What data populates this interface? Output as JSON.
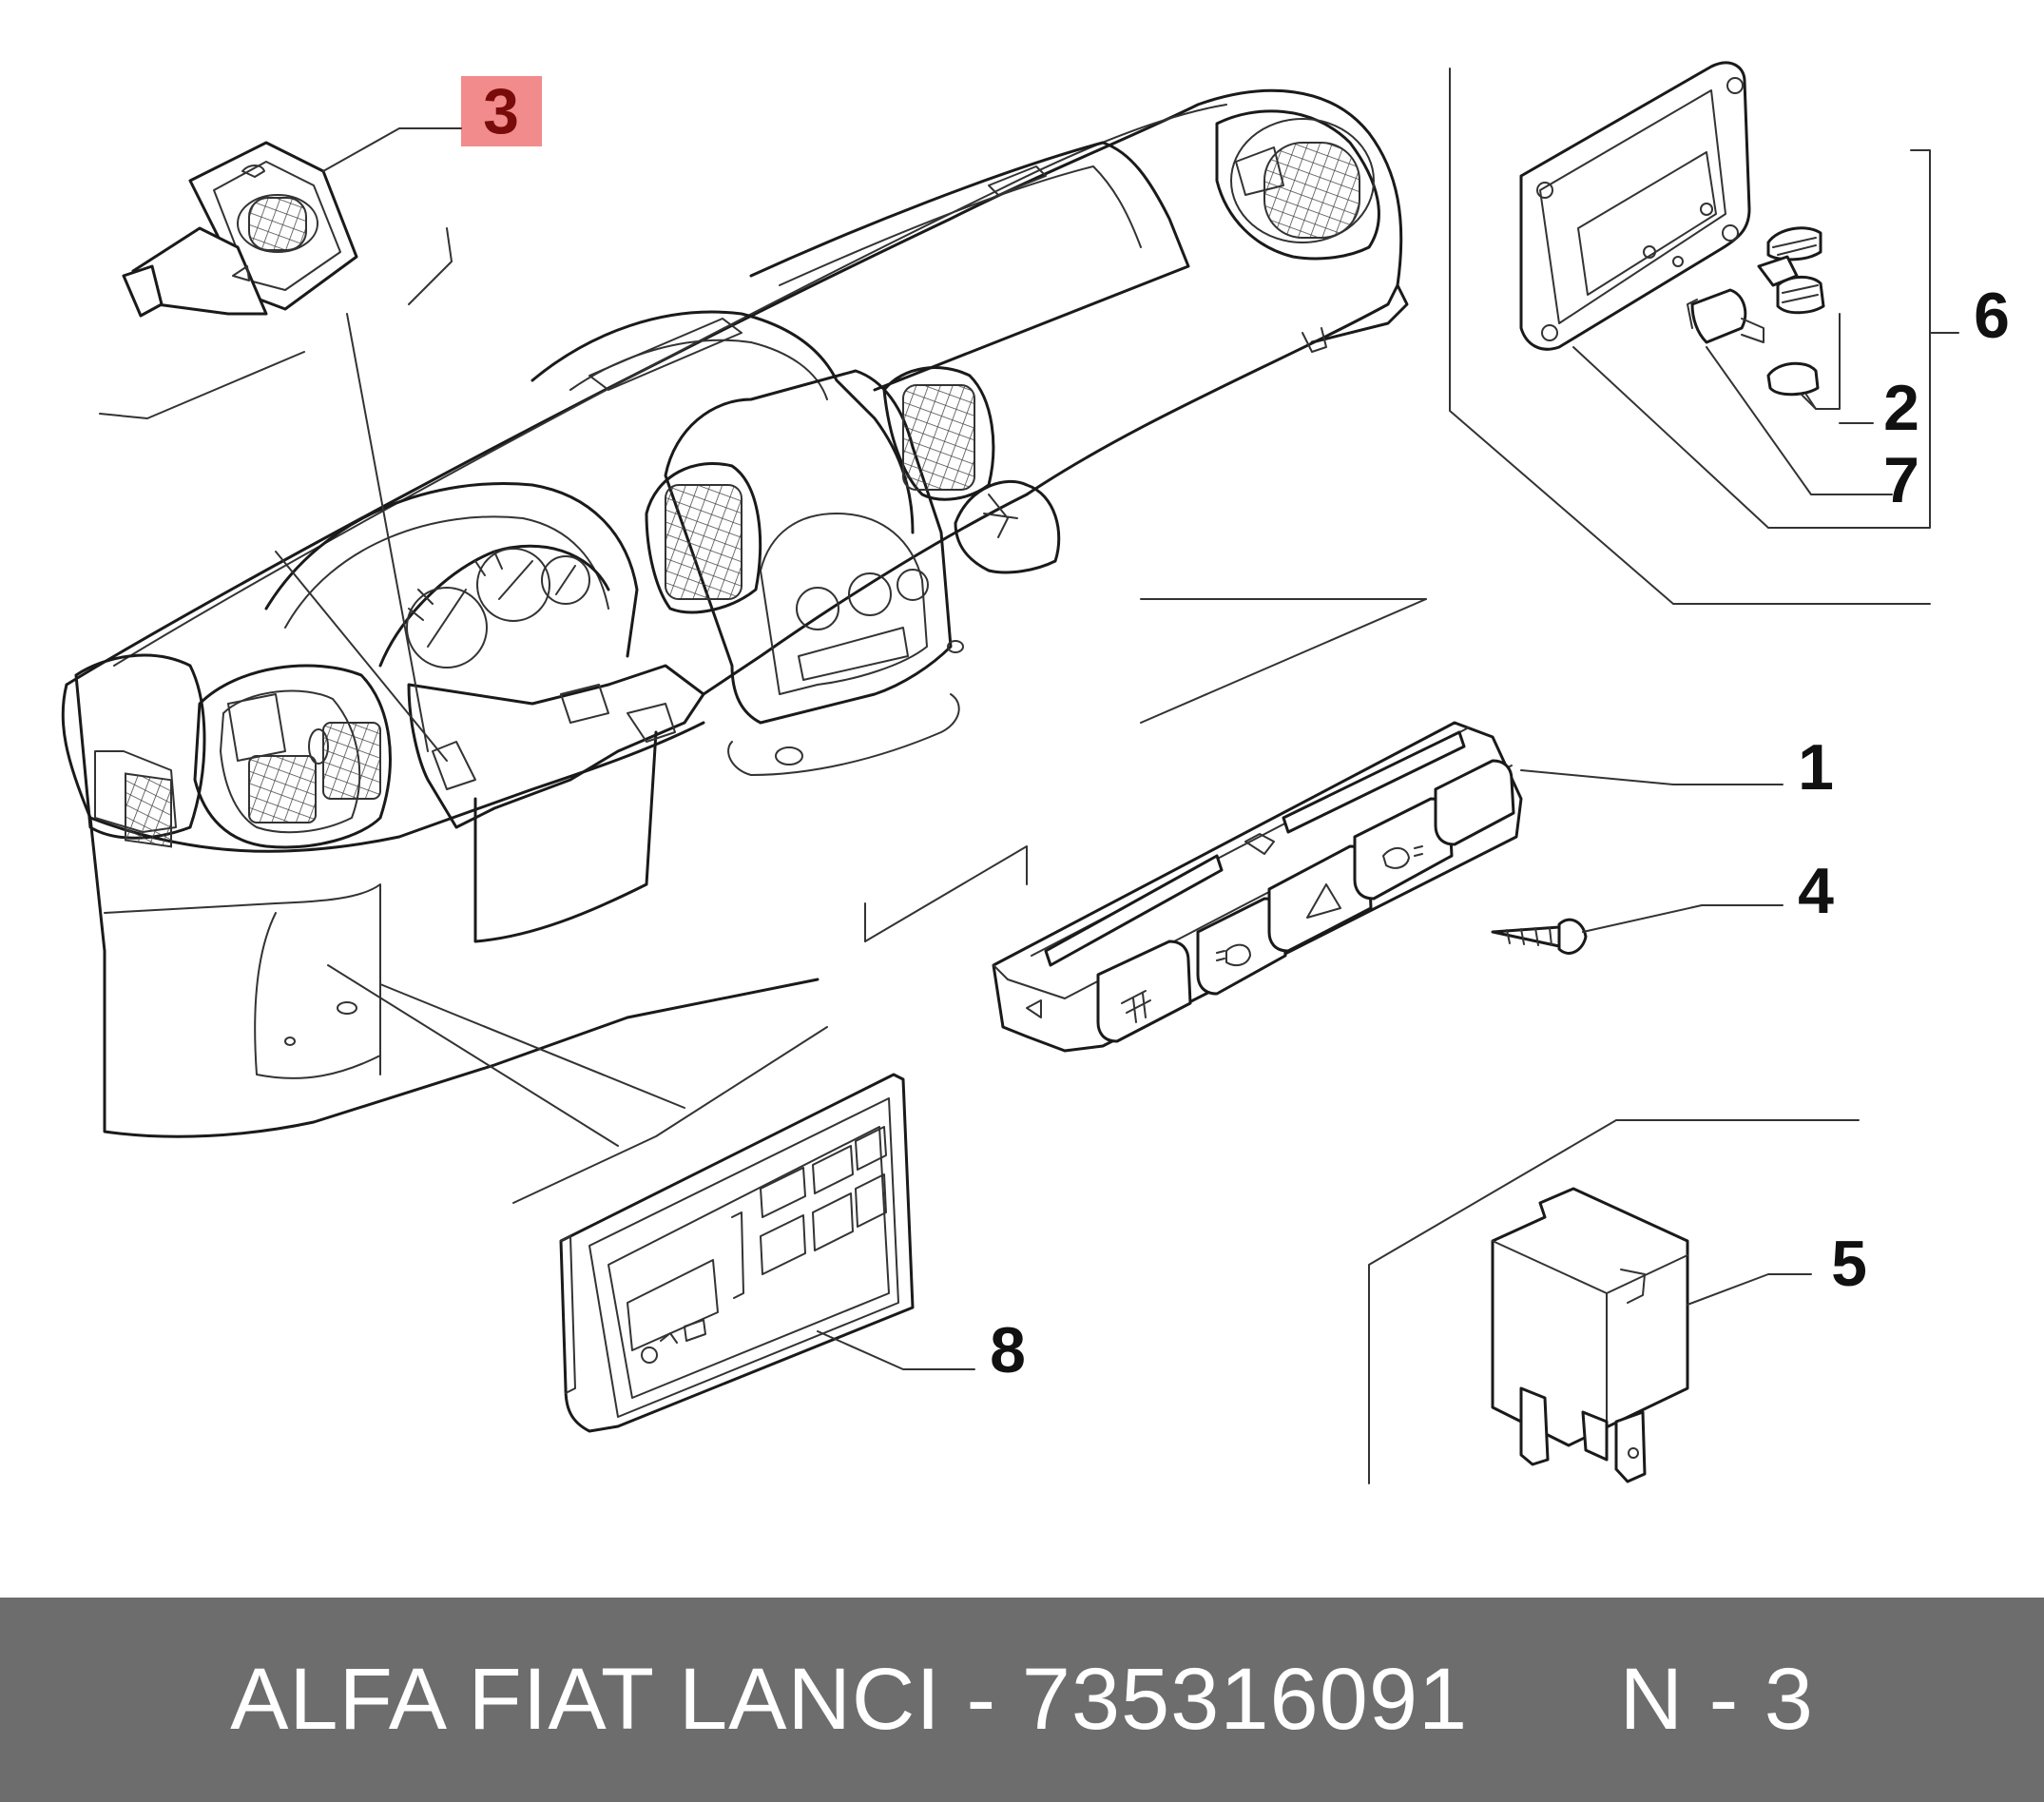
{
  "colors": {
    "footer_bg": "#6d6d6d",
    "footer_text": "#ffffff",
    "highlight_bg": "#f28b8b",
    "highlight_text": "#7a0b0b",
    "line": "#1a1a1a"
  },
  "callouts": {
    "c1": "1",
    "c2": "2",
    "c3": "3",
    "c4": "4",
    "c5": "5",
    "c6": "6",
    "c7": "7",
    "c8": "8"
  },
  "highlighted_callout": "3",
  "footer": {
    "brand": "ALFA FIAT LANCI",
    "separator": " - ",
    "part_number": "735316091",
    "position_label": "N - 3"
  }
}
